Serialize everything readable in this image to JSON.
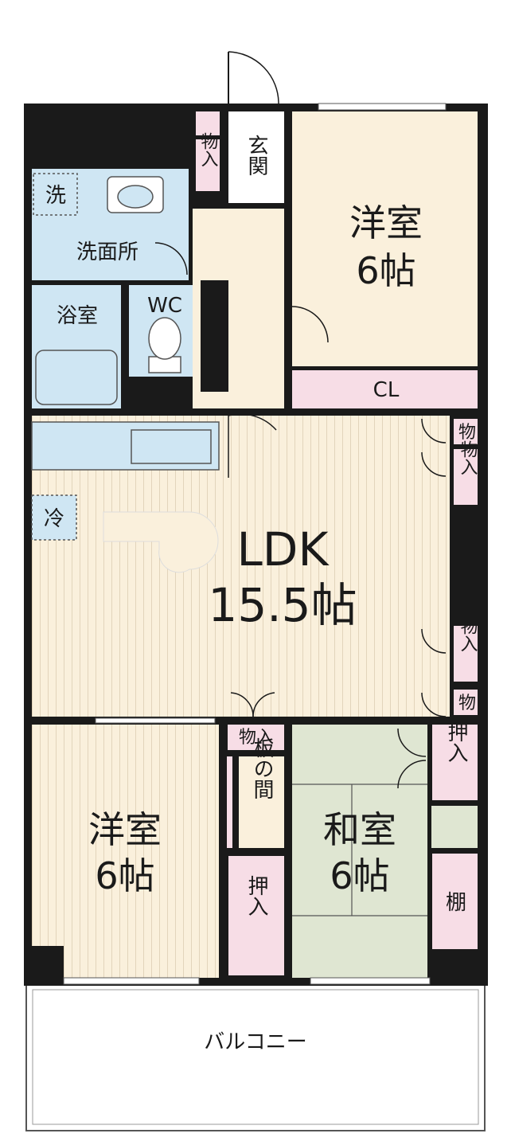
{
  "rooms": {
    "western_room_1": {
      "name": "洋室",
      "size": "6帖"
    },
    "western_room_2": {
      "name": "洋室",
      "size": "6帖"
    },
    "japanese_room": {
      "name": "和室",
      "size": "6帖"
    },
    "ldk": {
      "name": "LDK",
      "size": "15.5帖"
    },
    "entrance": {
      "name": "玄関"
    },
    "washroom": {
      "name": "洗面所"
    },
    "bathroom": {
      "name": "浴室"
    },
    "toilet": {
      "name": "WC"
    },
    "balcony": {
      "name": "バルコニー"
    },
    "closet": {
      "name": "CL"
    },
    "wooden_floor": {
      "name": "板の間"
    }
  },
  "fixtures": {
    "washer": "洗",
    "fridge": "冷"
  },
  "storage": {
    "storage_label": "物入",
    "storage_short": "物",
    "oshiire": "押入",
    "shelf": "棚"
  },
  "colors": {
    "wall": "#1a1a1a",
    "western_floor": "#faf0dc",
    "wet_area": "#cfe6f3",
    "storage": "#f7dde6",
    "tatami": "#dfe6d2",
    "balcony": "#ffffff"
  }
}
